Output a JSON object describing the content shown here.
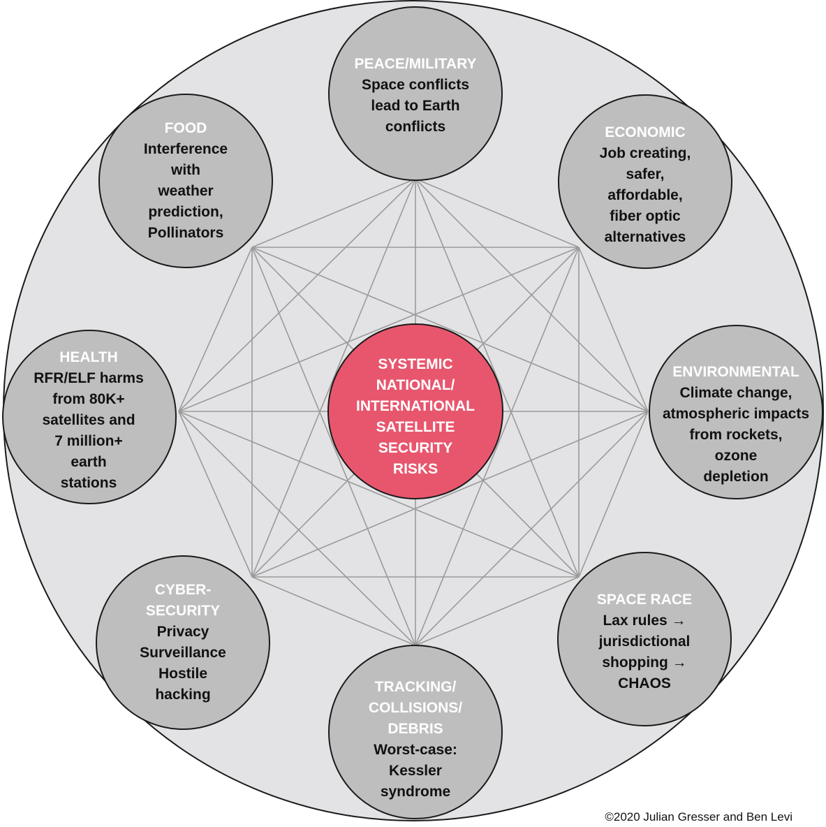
{
  "center": {
    "text": "SYSTEMIC\nNATIONAL/\nINTERNATIONAL\nSATELLITE\nSECURITY\nRISKS"
  },
  "nodes": [
    {
      "key": "peace",
      "title": "PEACE/MILITARY",
      "body": "Space conflicts\nlead to Earth\nconflicts"
    },
    {
      "key": "economic",
      "title": "ECONOMIC",
      "body": "Job creating,\nsafer,\naffordable,\nfiber optic\nalternatives"
    },
    {
      "key": "environmental",
      "title": "ENVIRONMENTAL",
      "body": "Climate change,\natmospheric impacts\nfrom rockets,\nozone\ndepletion"
    },
    {
      "key": "space-race",
      "title": "SPACE RACE",
      "body": "Lax rules →\njurisdictional\nshopping →\nCHAOS"
    },
    {
      "key": "tracking",
      "title": "TRACKING/\nCOLLISIONS/\nDEBRIS",
      "body": "Worst-case:\nKessler\nsyndrome"
    },
    {
      "key": "cyber",
      "title": "CYBER-\nSECURITY",
      "body": "Privacy\nSurveillance\nHostile\nhacking"
    },
    {
      "key": "health",
      "title": "HEALTH",
      "body": "RFR/ELF harms\nfrom 80K+\nsatellites and\n7 million+\nearth\nstations"
    },
    {
      "key": "food",
      "title": "FOOD",
      "body": "Interference\nwith\nweather\nprediction,\nPollinators"
    }
  ],
  "copyright": "©2020 Julian Gresser and Ben Levi",
  "colors": {
    "outer_disc": "#e3e3e5",
    "node_fill": "#bebebe",
    "center_fill": "#e8566e",
    "lines": "#9a9a9a",
    "title_text": "#ffffff",
    "body_text": "#111111"
  }
}
